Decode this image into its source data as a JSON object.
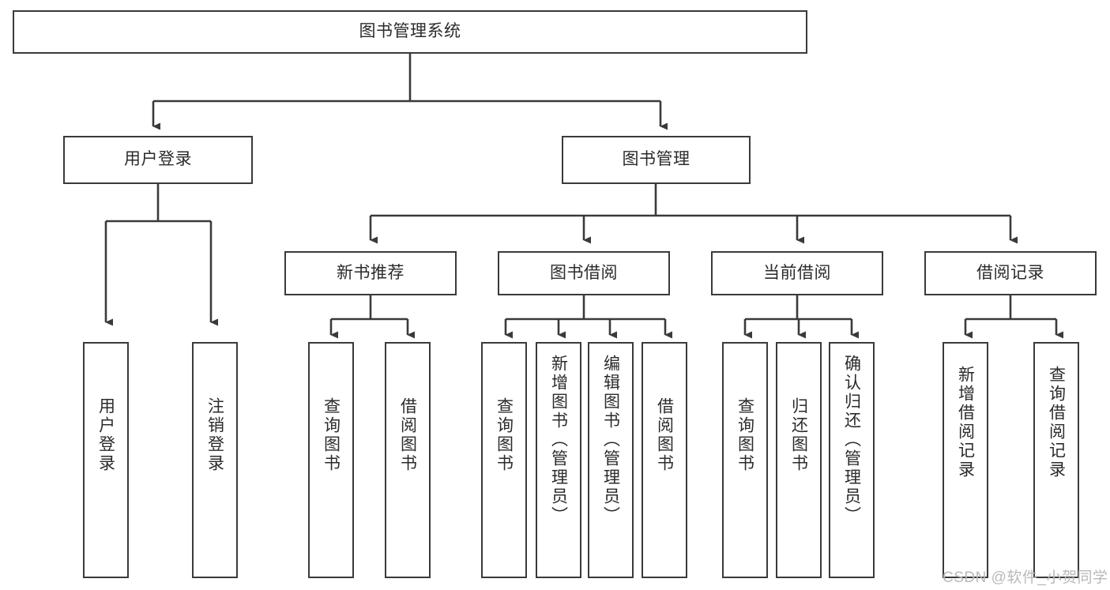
{
  "diagram": {
    "title": "图书管理系统",
    "type": "tree-hierarchy",
    "root": {
      "label": "图书管理系统"
    },
    "level2": [
      {
        "label": "用户登录"
      },
      {
        "label": "图书管理"
      }
    ],
    "level3": [
      {
        "label": "新书推荐"
      },
      {
        "label": "图书借阅"
      },
      {
        "label": "当前借阅"
      },
      {
        "label": "借阅记录"
      }
    ],
    "leaves": {
      "user_login": [
        {
          "label": "用户登录"
        },
        {
          "label": "注销登录"
        }
      ],
      "new_book_recommend": [
        {
          "label": "查询图书"
        },
        {
          "label": "借阅图书"
        }
      ],
      "book_borrow": [
        {
          "label": "查询图书"
        },
        {
          "label": "新增图书（管理员）"
        },
        {
          "label": "编辑图书（管理员）"
        },
        {
          "label": "借阅图书"
        }
      ],
      "current_borrow": [
        {
          "label": "查询图书"
        },
        {
          "label": "归还图书"
        },
        {
          "label": "确认归还（管理员）"
        }
      ],
      "borrow_record": [
        {
          "label": "新增借阅记录"
        },
        {
          "label": "查询借阅记录"
        }
      ]
    }
  },
  "watermark": {
    "text": "CSDN @软件_小贺同学"
  },
  "colors": {
    "border": "#3a3a3a",
    "text": "#2b2b2b",
    "connector": "#3a3a3a",
    "background": "#ffffff",
    "watermark": "#b9b9b9"
  }
}
